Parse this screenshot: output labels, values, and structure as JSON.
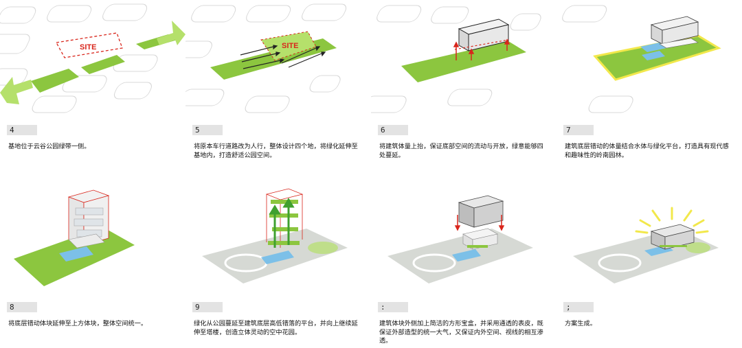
{
  "panels": [
    {
      "num": "4",
      "caption": "基地位于云谷公园绿带一侧。",
      "site_label": "SITE"
    },
    {
      "num": "5",
      "caption": "将原本车行道路改为人行，整体设计四个地，将绿化延伸至基地内，打造舒适公园空间。",
      "site_label": "SITE"
    },
    {
      "num": "6",
      "caption": "将建筑体量上抬，保证底部空间的流动与开放，绿意能够四处蔓延。"
    },
    {
      "num": "7",
      "caption": "建筑底层错动的体量结合水体与绿化平台，打造具有现代感和趣味性的岭南园林。"
    },
    {
      "num": "8",
      "caption": "将底层错动体块延伸至上方体块，整体空间统一。"
    },
    {
      "num": "9",
      "caption": "绿化从公园蔓延至建筑底层高低错落的平台，并向上继续延伸至塔楼，创造立体灵动的空中花园。"
    },
    {
      "num": ":",
      "caption": "建筑体块外侧加上简洁的方形宝盒，并采用通透的表皮，既保证外部造型的统一大气，又保证内外空间、视线的相互渗透。"
    },
    {
      "num": ";",
      "caption": "方案生成。"
    }
  ],
  "colors": {
    "green": "#8cc63f",
    "green_light": "#b5e06b",
    "red": "#d9261c",
    "water": "#7cc0e8",
    "yellow": "#f2e84b",
    "grey_ground": "#d6d9d4"
  }
}
